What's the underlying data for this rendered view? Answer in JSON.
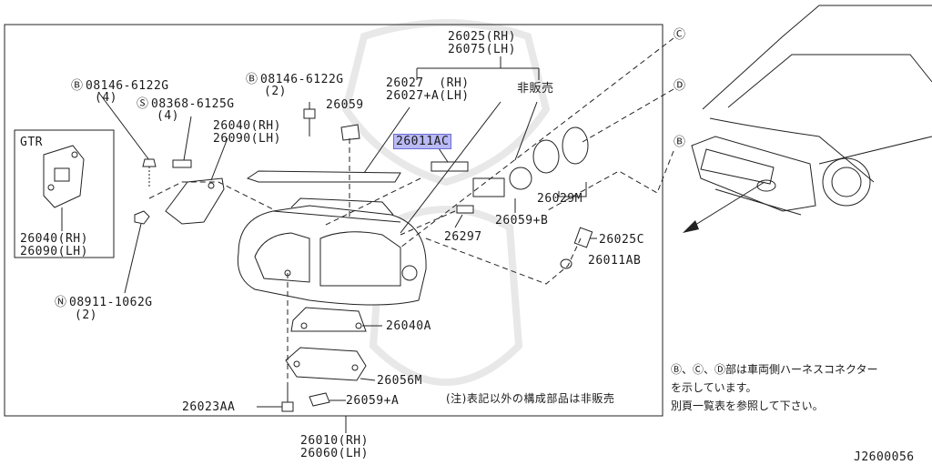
{
  "labels": {
    "l26025": "26025(RH)",
    "l26075": "26075(LH)",
    "l26027a": "26027  (RH)",
    "l26027b": "26027+A(LH)",
    "nonsale": "非販売",
    "l26059": "26059",
    "l26011ac": "26011AC",
    "b1": "08146-6122G",
    "b1q": "(4)",
    "s1": "08368-6125G",
    "s1q": "(4)",
    "b2": "08146-6122G",
    "b2q": "(2)",
    "l26040rh": "26040(RH)",
    "l26090lh": "26090(LH)",
    "gtr": "GTR",
    "gtr26040": "26040(RH)",
    "gtr26090": "26090(LH)",
    "n1": "08911-1062G",
    "n1q": "(2)",
    "l26029m": "26029M",
    "l26059b": "26059+B",
    "l26297": "26297",
    "l26025c": "26025C",
    "l26011ab": "26011AB",
    "l26040a": "26040A",
    "l26056m": "26056M",
    "l26059a": "26059+A",
    "l26023aa": "26023AA",
    "footnote": "(注)表記以外の構成部品は非販売",
    "l26010": "26010(RH)",
    "l26060": "26060(LH)",
    "note1": "Ⓑ、Ⓒ、Ⓓ部は車両側ハーネスコネクター",
    "note2": "を示しています。",
    "note3": "別頁一覧表を参照して下さい。",
    "code": "J2600056",
    "circ_b": "B",
    "circ_s": "S",
    "circ_n": "N",
    "circ_c": "C",
    "circ_d": "D"
  },
  "colors": {
    "highlight": "#b9b9f4",
    "ink": "#1a1a1a"
  }
}
